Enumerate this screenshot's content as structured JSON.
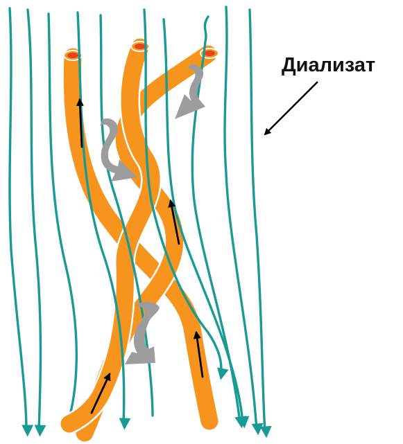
{
  "label": "Диализат",
  "colors": {
    "fiber": "#f7941d",
    "lumen": "#e8421a",
    "dialysate": "#1a9a94",
    "diffusion_arrow": "#999999"
  },
  "icons": [
    "blood-flow-arrow",
    "diffusion-arrow",
    "dialysate-arrow"
  ]
}
